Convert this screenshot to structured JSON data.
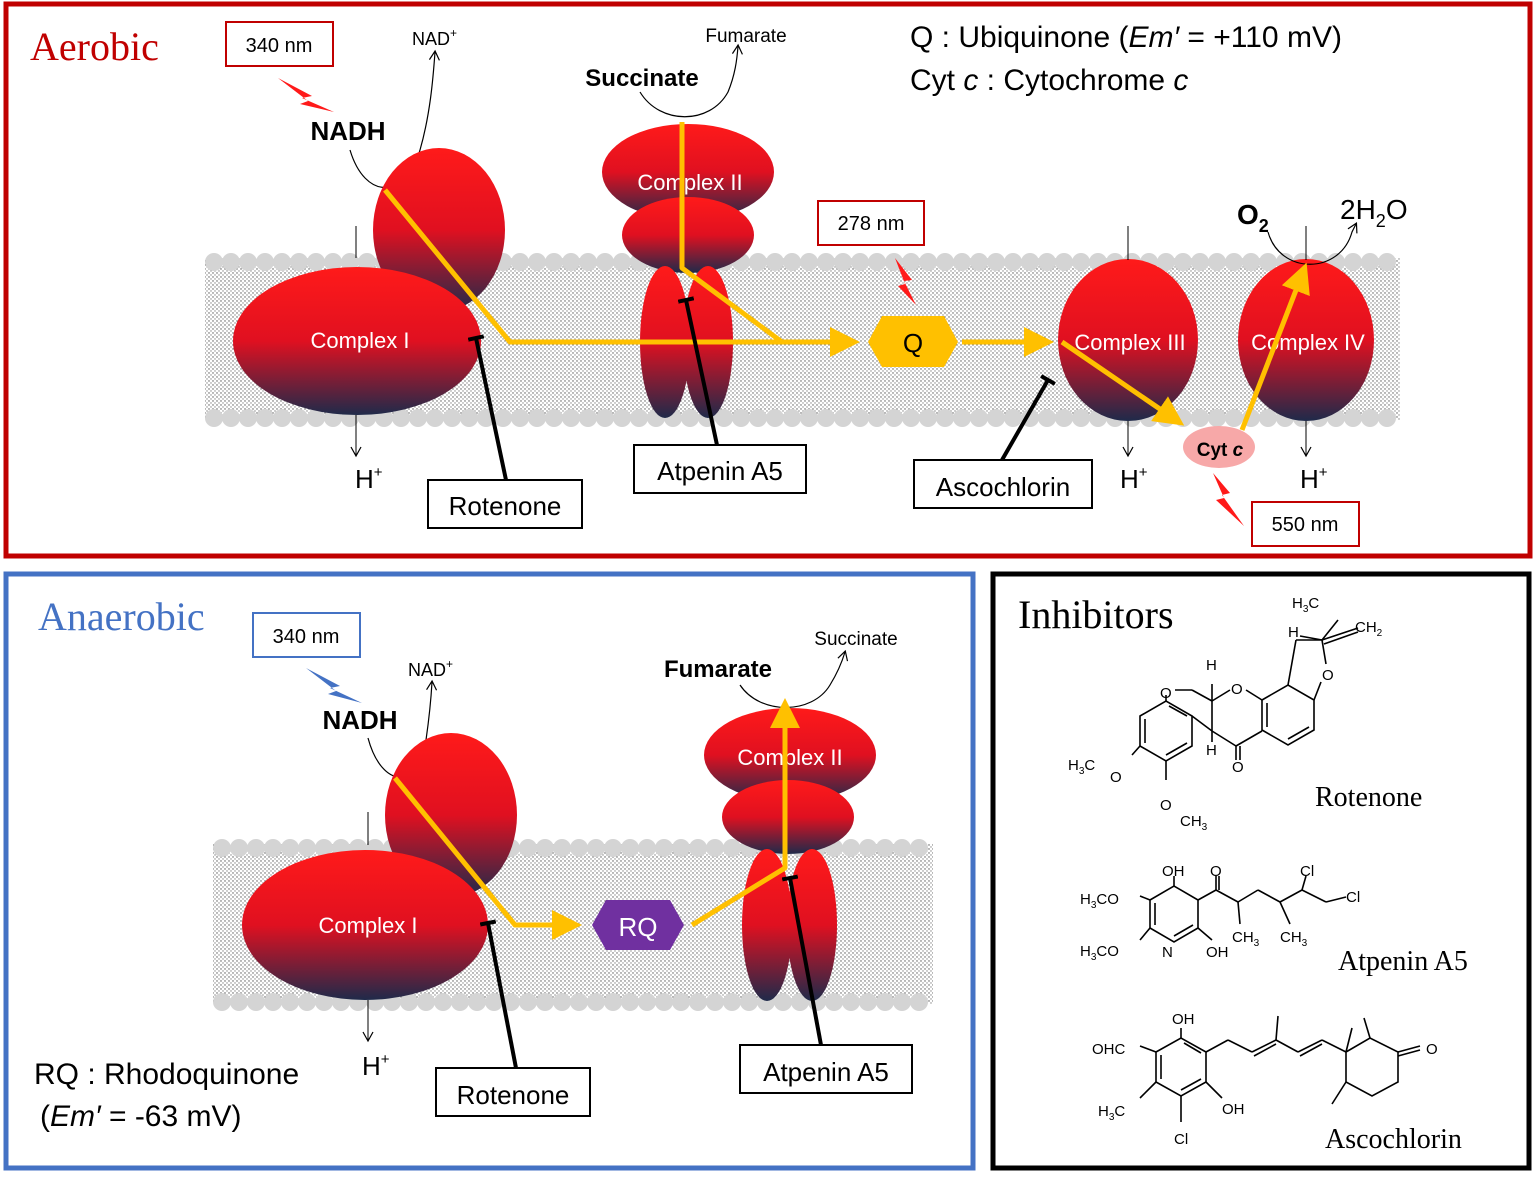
{
  "aerobic": {
    "title": "Aerobic",
    "nadh_wavelength": "340 nm",
    "nad_plus": "NAD",
    "nad_plus_sup": "+",
    "nadh": "NADH",
    "fumarate": "Fumarate",
    "succinate": "Succinate",
    "legend_q": "Q : Ubiquinone (",
    "legend_q_em": "Em′",
    "legend_q_rest": " = +110 mV)",
    "legend_cyt_a": "Cyt ",
    "legend_cyt_c": "c",
    "legend_cyt_b": " : Cytochrome ",
    "legend_cyt_c2": "c",
    "complex_1": "Complex I",
    "complex_2": "Complex II",
    "complex_3": "Complex III",
    "complex_4": "Complex IV",
    "q_wavelength": "278 nm",
    "q": "Q",
    "o2": "O",
    "o2_sub": "2",
    "water_a": "2H",
    "water_sub": "2",
    "water_b": "O",
    "h_plus": "H",
    "h_plus_sup": "+",
    "cytc_a": "Cyt ",
    "cytc_b": "c",
    "cytc_wavelength": "550 nm",
    "inhibitor_rotenone": "Rotenone",
    "inhibitor_atpenin": "Atpenin A5",
    "inhibitor_ascochlorin": "Ascochlorin"
  },
  "anaerobic": {
    "title": "Anaerobic",
    "nadh_wavelength": "340 nm",
    "nad_plus": "NAD",
    "nad_plus_sup": "+",
    "nadh": "NADH",
    "succinate": "Succinate",
    "fumarate": "Fumarate",
    "complex_1": "Complex I",
    "complex_2": "Complex II",
    "rq": "RQ",
    "h_plus": "H",
    "h_plus_sup": "+",
    "legend_rq": "RQ : Rhodoquinone",
    "legend_rq2_a": "(",
    "legend_rq2_em": "Em′",
    "legend_rq2_b": " = -63 mV)",
    "inhibitor_rotenone": "Rotenone",
    "inhibitor_atpenin": "Atpenin A5"
  },
  "inhibitors": {
    "title": "Inhibitors",
    "rotenone": "Rotenone",
    "atpenin": "Atpenin A5",
    "ascochlorin": "Ascochlorin",
    "rot_h3c": "H",
    "rot_h3c_sub": "3",
    "rot_h3c_c": "C",
    "rot_ch2": "CH",
    "rot_ch2_sub": "2",
    "rot_h": "H",
    "rot_o": "O",
    "rot_ome1_a": "H",
    "rot_ome1_sub": "3",
    "rot_ome1_b": "C",
    "rot_ome2_a": "CH",
    "rot_ome2_sub": "3",
    "atp_oh": "OH",
    "atp_o": "O",
    "atp_cl": "Cl",
    "atp_h3co_a": "H",
    "atp_h3co_sub": "3",
    "atp_h3co_b": "CO",
    "atp_n": "N",
    "atp_ch3_a": "CH",
    "atp_ch3_sub": "3",
    "asc_oh": "OH",
    "asc_ohc": "OHC",
    "asc_h3c_a": "H",
    "asc_h3c_sub": "3",
    "asc_h3c_b": "C",
    "asc_cl": "Cl",
    "asc_o": "O"
  },
  "colors": {
    "aerobic_border": "#c00000",
    "anaerobic_border": "#4472c4",
    "inhibitors_border": "#000000",
    "complex_red": "#ff1a1a",
    "complex_dark": "#1f2a4a",
    "arrow_yellow": "#ffc000",
    "q_box": "#ffc000",
    "rq_box": "#7030a0",
    "cytc_fill": "#f7a8a8"
  }
}
